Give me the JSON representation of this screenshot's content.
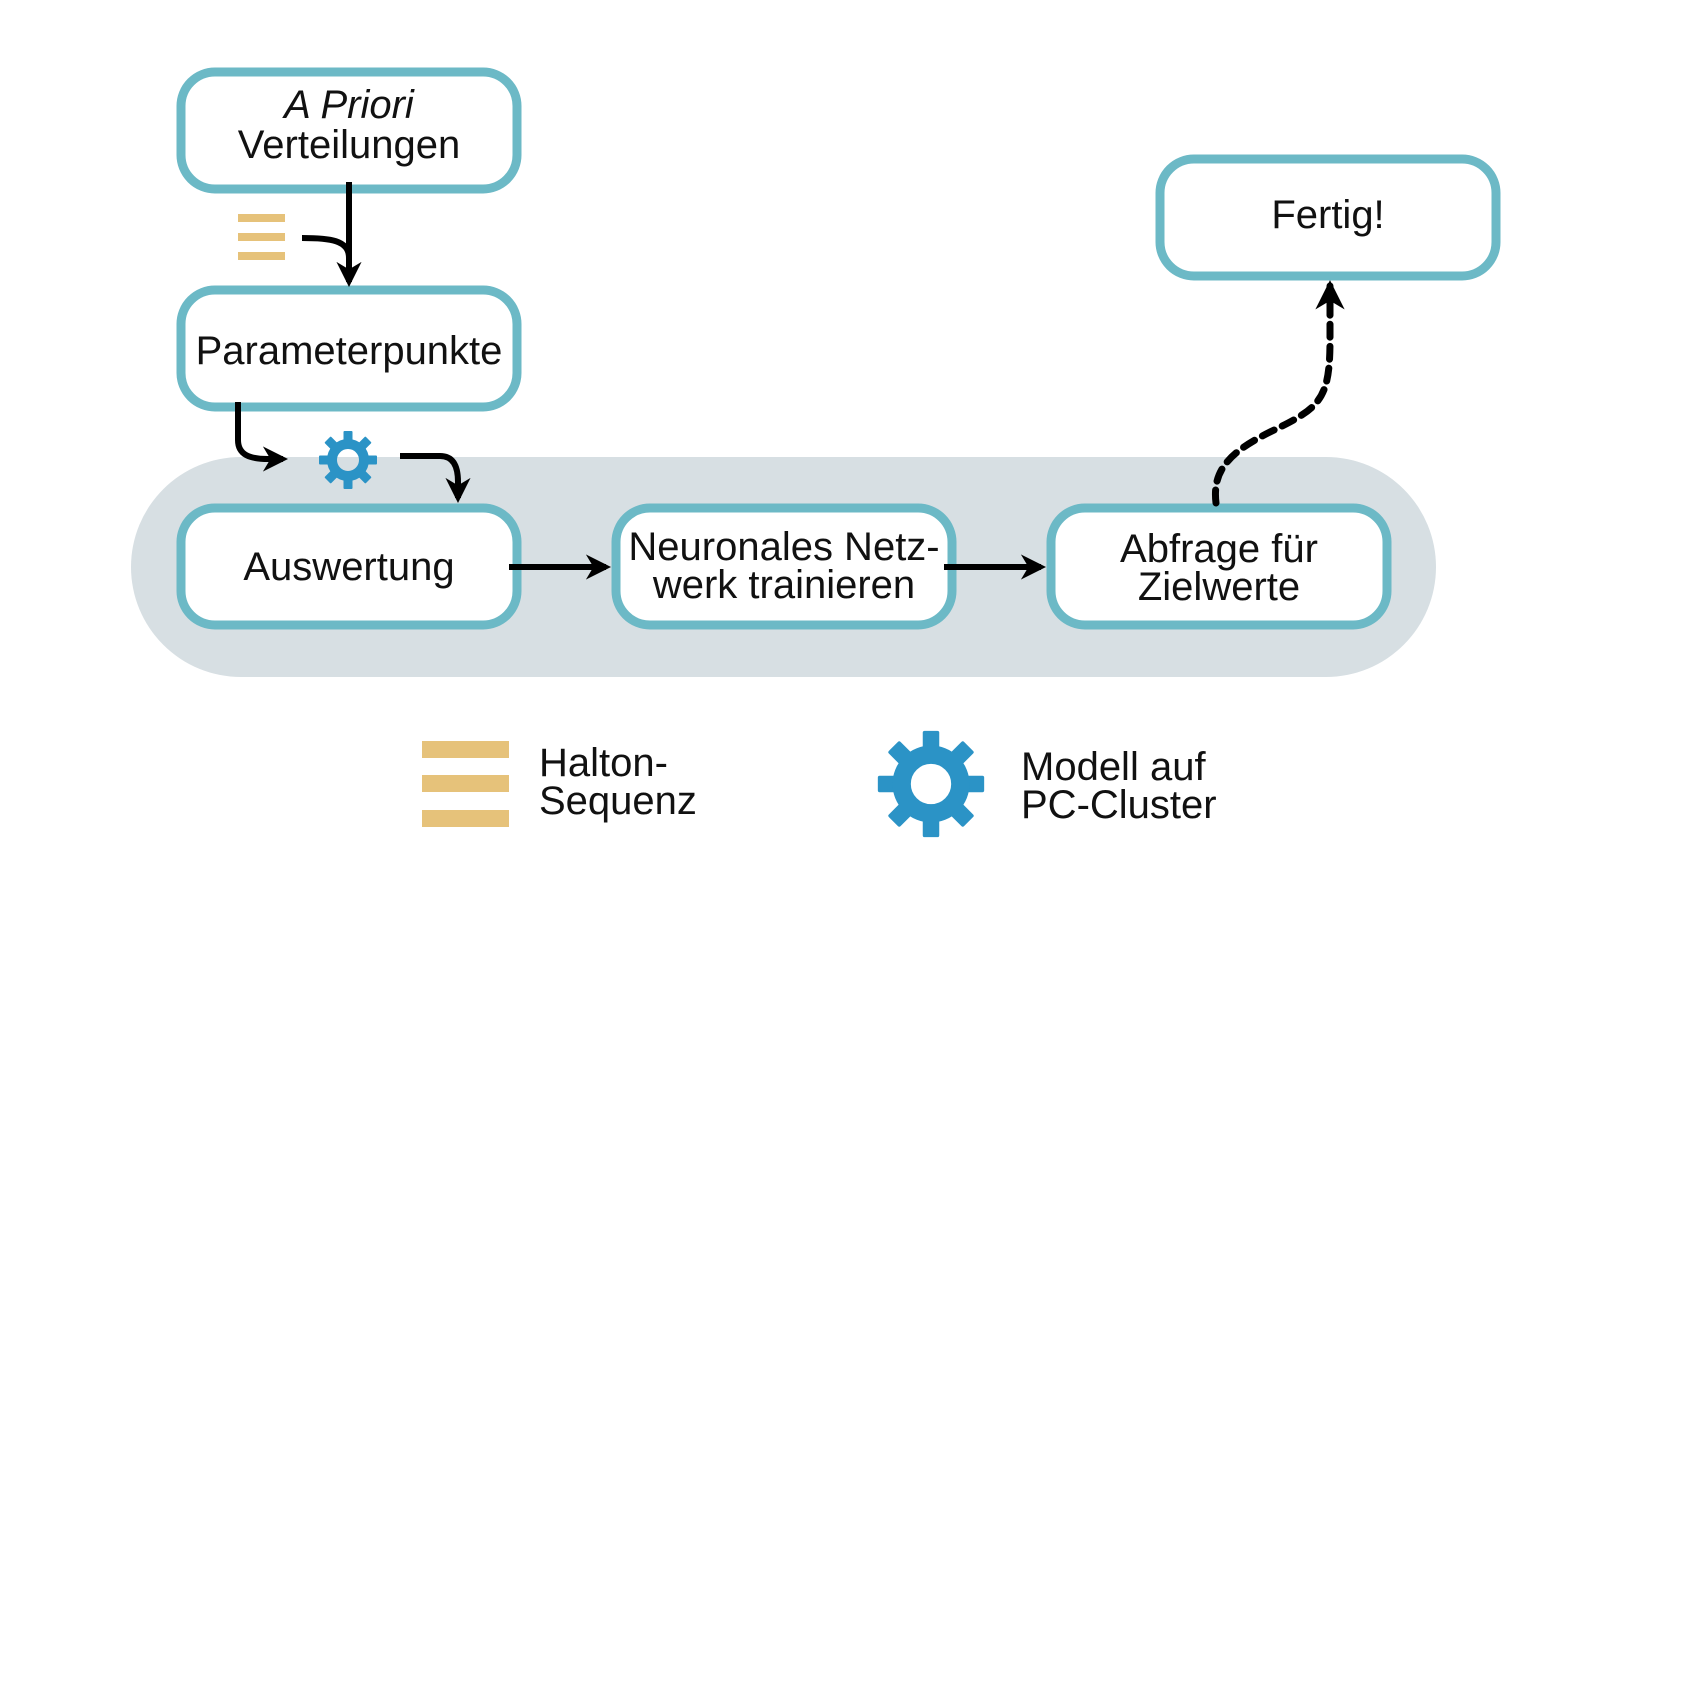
{
  "nodes": {
    "priori": {
      "line1": "A Priori",
      "line2": "Verteilungen"
    },
    "parameter": {
      "label": "Parameterpunkte"
    },
    "auswertung": {
      "label": "Auswertung"
    },
    "netz": {
      "line1": "Neuronales Netz-",
      "line2": "werk trainieren"
    },
    "abfrage": {
      "line1": "Abfrage für",
      "line2": "Zielwerte"
    },
    "fertig": {
      "label": "Fertig!"
    }
  },
  "legend": {
    "halton": {
      "line1": "Halton-",
      "line2": "Sequenz",
      "icon": "halton-sequence-icon"
    },
    "cluster": {
      "line1": "Modell auf",
      "line2": "PC-Cluster",
      "icon": "gear-icon"
    }
  },
  "colors": {
    "node_border": "#6cb9c6",
    "group_background": "#d7dfe3",
    "halton": "#e6c27a",
    "gear": "#2b93c6",
    "arrow": "#000000"
  }
}
